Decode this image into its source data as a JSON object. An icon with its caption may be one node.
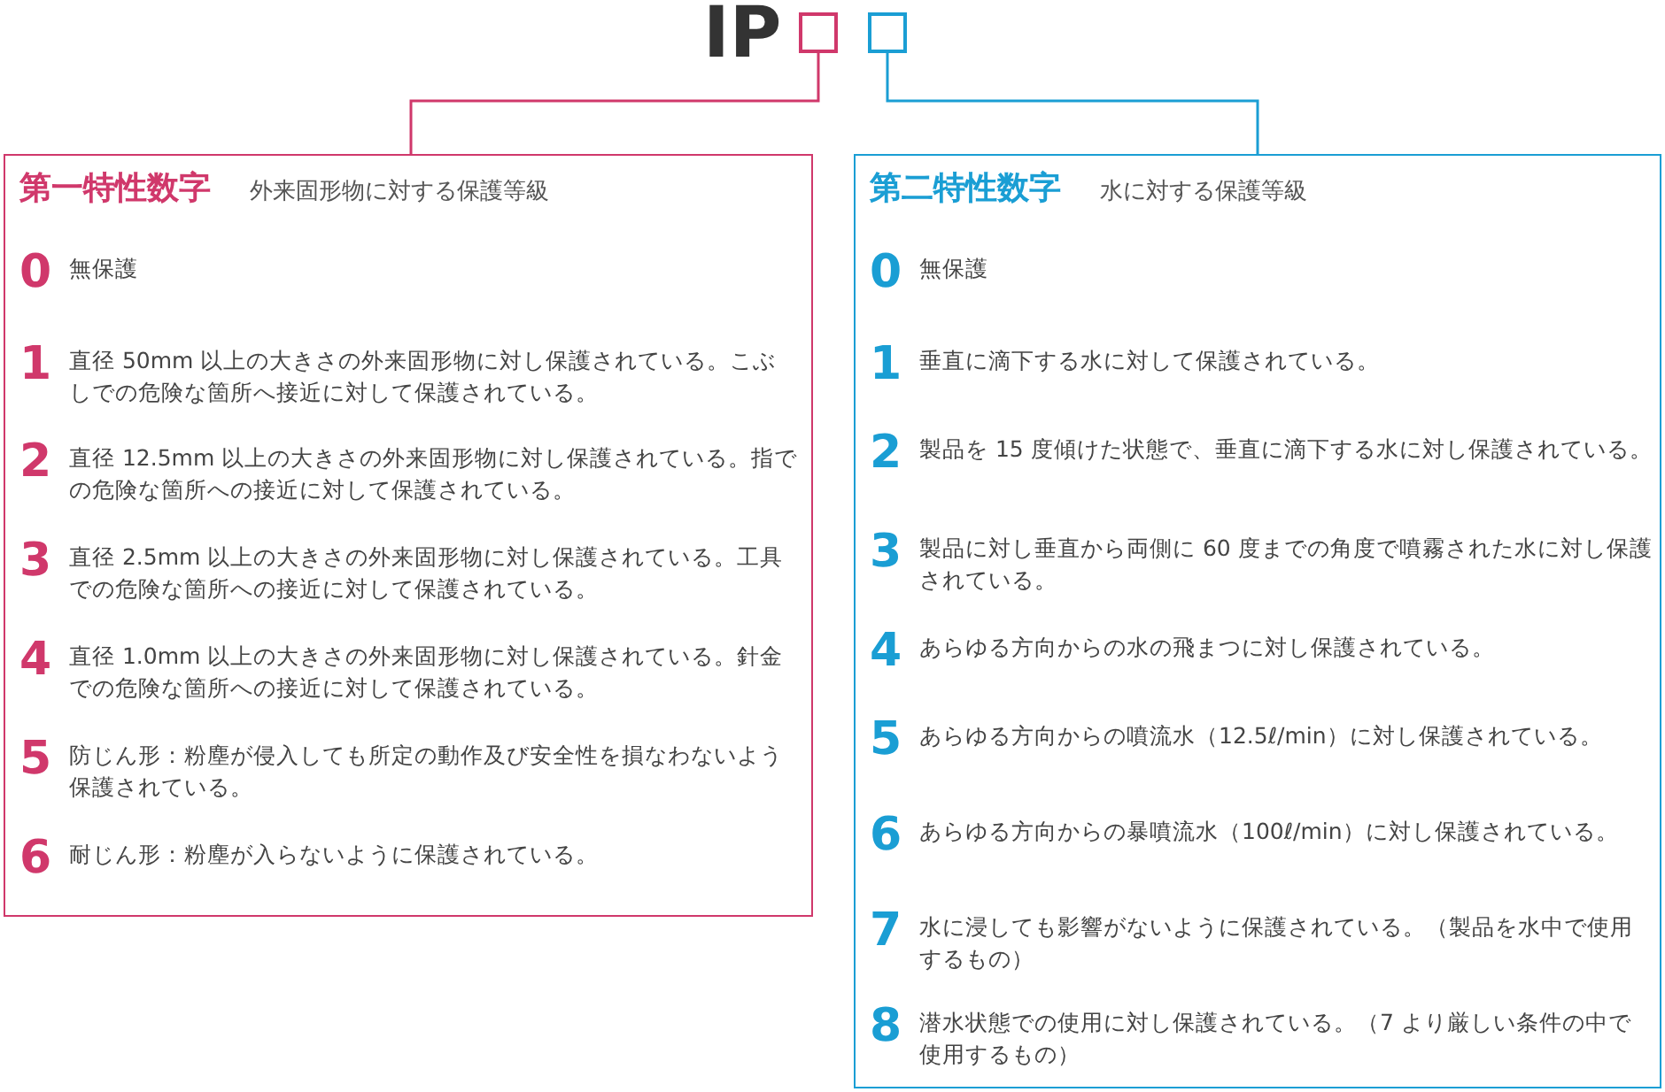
{
  "diagram": {
    "labels": [
      "IP"
    ],
    "nodes": [
      {
        "text": [],
        "shape": "box"
      },
      {
        "text": [],
        "shape": "box"
      },
      {
        "text": [
          "第一特性数字",
          "外来固形物に対する保護等級",
          "0",
          "無保護",
          "1",
          "直径 50mm 以上の大きさの外来固形物に対し保護されている。こぶしでの危険な箇所へ接近に対して保護されている。",
          "2",
          "直径 12.5mm 以上の大きさの外来固形物に対し保護されている。指での危険な箇所への接近に対して保護されている。",
          "3",
          "直径 2.5mm 以上の大きさの外来固形物に対し保護されている。工具での危険な箇所への接近に対して保護されている。",
          "4",
          "直径 1.0mm 以上の大きさの外来固形物に対し保護されている。針金での危険な箇所への接近に対して保護されている。",
          "5",
          "防じん形：粉塵が侵入しても所定の動作及び安全性を損なわないよう保護されている。",
          "6",
          "耐じん形：粉塵が入らないように保護されている。"
        ]
      },
      {
        "text": [
          "第二特性数字",
          "水に対する保護等級",
          "0",
          "無保護",
          "1",
          "垂直に滴下する水に対して保護されている。",
          "2",
          "製品を 15 度傾けた状態で、垂直に滴下する水に対し保護されている。",
          "3",
          "製品に対し垂直から両側に 60 度までの角度で噴霧された水に対し保護されている。",
          "4",
          "あらゆる方向からの水の飛まつに対し保護されている。",
          "5",
          "あらゆる方向からの噴流水（12.5ℓ/min）に対し保護されている。",
          "6",
          "あらゆる方向からの暴噴流水（100ℓ/min）に対し保護されている。",
          "7",
          "水に浸しても影響がないように保護されている。（製品を水中で使用するもの）",
          "8",
          "潜水状態での使用に対し保護されている。（7 より厳しい条件の中で使用するもの）"
        ]
      }
    ],
    "edges": [
      {
        "from": 0,
        "to": 2,
        "arrow": "none",
        "color": "#d0386b"
      },
      {
        "from": 1,
        "to": 3,
        "arrow": "none",
        "color": "#1a9ed4"
      }
    ]
  }
}
